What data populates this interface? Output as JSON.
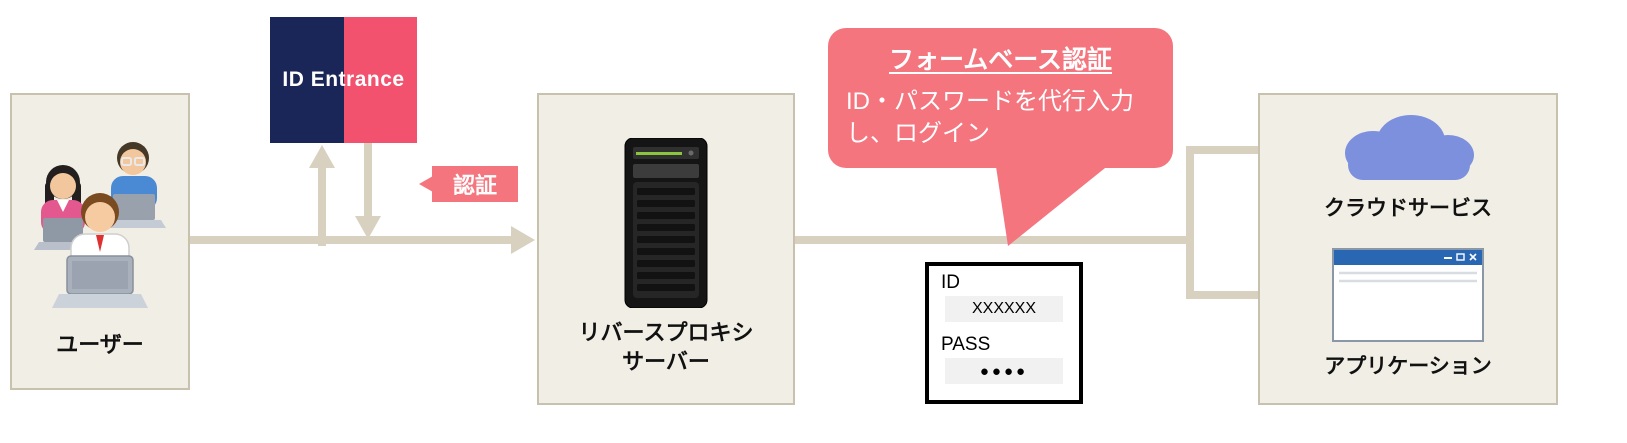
{
  "colors": {
    "box_fill": "#f1eee5",
    "box_border": "#c8c1ad",
    "arrow_beige": "#d8d1c0",
    "accent_pink": "#f4757e",
    "logo_navy": "#1a2558",
    "logo_pink": "#f2526d",
    "cloud_blue": "#7d90dd",
    "browser_blue": "#2a67b2"
  },
  "users_box": {
    "label": "ユーザー",
    "icon": "users-with-laptops-icon"
  },
  "id_entrance": {
    "label": "ID Entrance"
  },
  "auth_tag": {
    "label": "認証"
  },
  "proxy_box": {
    "label_line1": "リバースプロキシ",
    "label_line2": "サーバー",
    "icon": "server-rack-icon"
  },
  "callout": {
    "title": "フォームベース認証",
    "body_line1": "ID・パスワードを代行入力",
    "body_line2": "し、ログイン"
  },
  "login_form": {
    "id_label": "ID",
    "id_value": "XXXXXX",
    "pass_label": "PASS",
    "pass_value": "●●●●"
  },
  "services_box": {
    "cloud_label": "クラウドサービス",
    "app_label": "アプリケーション"
  }
}
